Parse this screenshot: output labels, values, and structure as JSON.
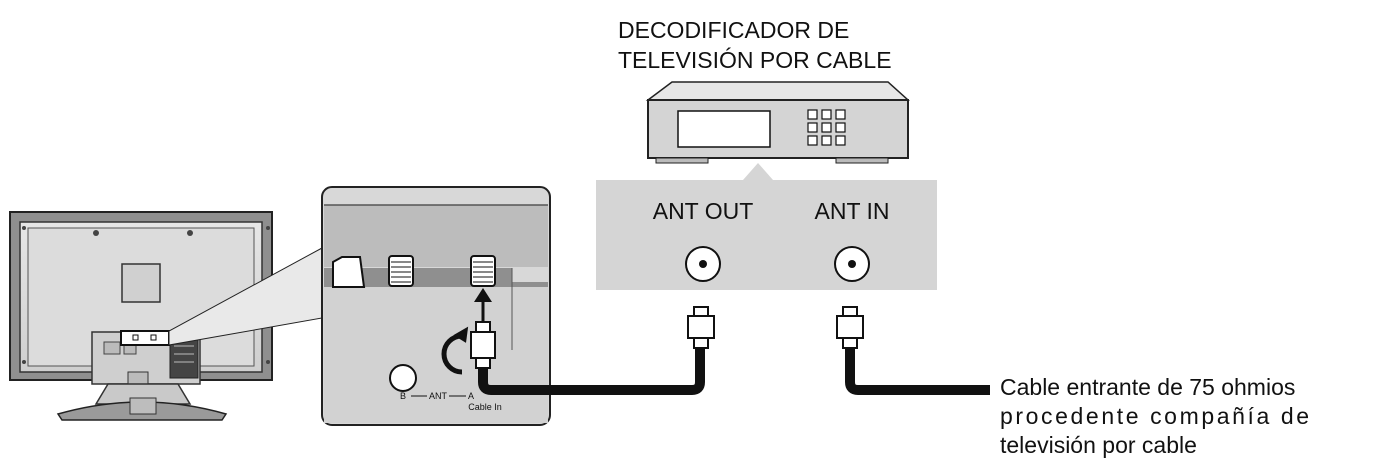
{
  "decoder": {
    "title_line1": "DECODIFICADOR DE",
    "title_line2": "TELEVISIÓN POR CABLE",
    "ant_out": "ANT OUT",
    "ant_in": "ANT IN"
  },
  "tv_panel": {
    "b_label": "B",
    "ant_label": "ANT",
    "a_label": "A",
    "cable_in": "Cable In"
  },
  "incoming_cable": {
    "line1": "Cable entrante de 75 ohmios",
    "line2": "procedente compañía de",
    "line3": "televisión por cable"
  }
}
